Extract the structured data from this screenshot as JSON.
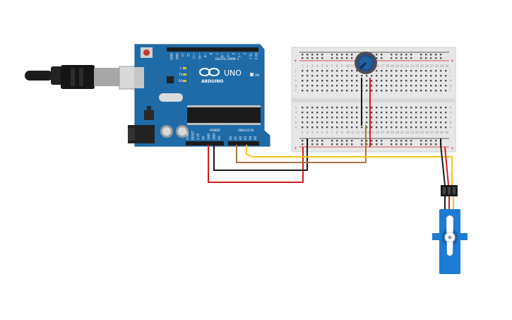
{
  "board": {
    "name": "UNO",
    "brand": "ARDUINO",
    "digital_header_label": "DIGITAL (PWM~)",
    "power_label": "POWER",
    "analog_label": "ANALOG IN",
    "tx_label": "TX",
    "rx_label": "RX",
    "l_label": "L",
    "on_label": "ON",
    "power_pins": [
      "IOREF",
      "RESET",
      "3.3V",
      "5V",
      "GND",
      "GND",
      "Vin"
    ],
    "analog_pins": [
      "A0",
      "A1",
      "A2",
      "A3",
      "A4",
      "A5"
    ],
    "digital_pins": [
      "AREF",
      "GND",
      "13",
      "12",
      "~11",
      "~10",
      "~9",
      "8",
      "7",
      "~6",
      "~5",
      "4",
      "~3",
      "2",
      "TX 1",
      "RX 0"
    ]
  },
  "breadboard": {
    "column_numbers_top": [
      "1",
      "2",
      "3",
      "4",
      "5",
      "6",
      "7",
      "8",
      "9",
      "10",
      "11",
      "12",
      "13",
      "14",
      "15",
      "16",
      "17",
      "18",
      "19",
      "20",
      "21",
      "22",
      "23",
      "24",
      "25",
      "26",
      "27",
      "28",
      "29",
      "30"
    ],
    "rows_top": [
      "j",
      "i",
      "h",
      "g",
      "f"
    ],
    "rows_bottom": [
      "e",
      "d",
      "c",
      "b",
      "a"
    ],
    "plus": "+",
    "minus": "−"
  },
  "colors": {
    "board": "#1e6ba8",
    "wire_red": "#d41c1c",
    "wire_black": "#1a1a1a",
    "wire_brown": "#a8763e",
    "wire_yellow": "#f2c414",
    "servo": "#1e7bd2",
    "pot_knob": "#1c4e8e"
  }
}
